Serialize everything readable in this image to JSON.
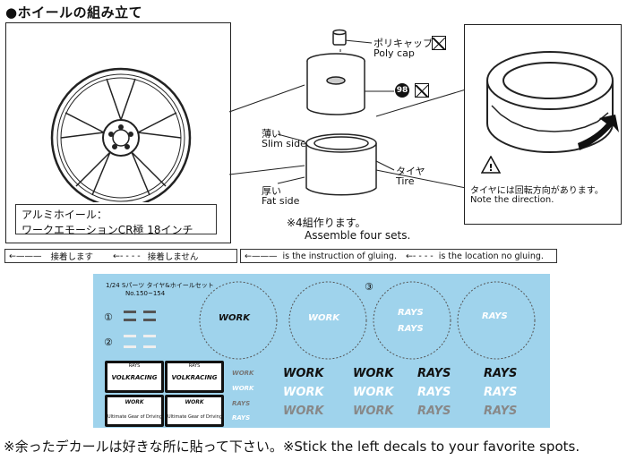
{
  "title": "●ホイールの組み立て",
  "wheel_caption": {
    "line1": "アルミホイール：",
    "line2": "ワークエモーションCR極 18インチ"
  },
  "parts": {
    "poly_cap_jp": "ポリキャップ",
    "poly_cap_en": "Poly cap",
    "part_number": "98",
    "slim_jp": "薄い",
    "slim_en": "Slim side",
    "fat_jp": "厚い",
    "fat_en": "Fat side",
    "tire_jp": "タイヤ",
    "tire_en": "Tire",
    "assemble_jp": "※4組作ります。",
    "assemble_en": "Assemble four sets."
  },
  "direction": {
    "jp": "タイヤには回転方向があります。",
    "en": "Note the direction."
  },
  "legend": {
    "glue_jp": "接着します",
    "noglue_jp": "接着しません",
    "glue_en": "is the instruction of gluing.",
    "noglue_en": "is the location no gluing."
  },
  "decal": {
    "header_line1": "1/24 Sパーツ タイヤ&ホイールセット",
    "header_line2": "No.150~154",
    "markers": [
      "①",
      "②",
      "③"
    ],
    "brand_work": "WORK",
    "brand_rays": "RAYS",
    "frame1_top": "RAYS",
    "frame1_mid": "VOLKRACING",
    "frame2_mid": "WORK",
    "frame2_bottom": "Ultimate Gear of Driving"
  },
  "footer_note": "※余ったデカールは好きな所に貼って下さい。※Stick the left decals to your favorite spots."
}
